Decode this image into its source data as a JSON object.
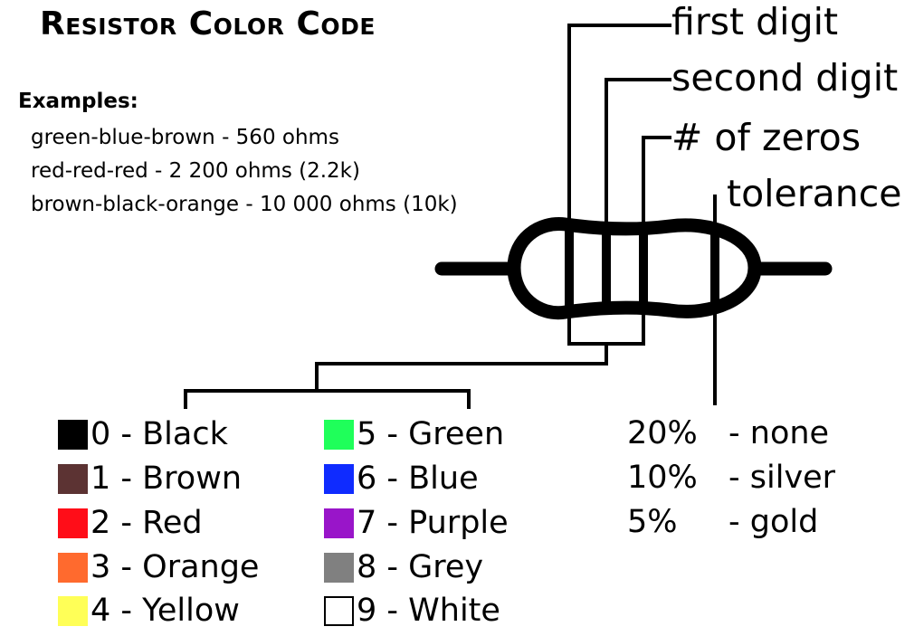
{
  "title": "Resistor Color Code",
  "examples": {
    "heading": "Examples:",
    "lines": [
      "green-blue-brown - 560 ohms",
      "red-red-red - 2 200 ohms (2.2k)",
      "brown-black-orange - 10 000 ohms (10k)"
    ]
  },
  "band_labels": {
    "first": "first digit",
    "second": "second digit",
    "zeros": "# of zeros",
    "tolerance": "tolerance"
  },
  "colors_left": [
    {
      "text": "0 - Black",
      "color": "#000000"
    },
    {
      "text": "1 - Brown",
      "color": "#5c3333"
    },
    {
      "text": "2 - Red",
      "color": "#ff0d18"
    },
    {
      "text": "3 - Orange",
      "color": "#ff6a2e"
    },
    {
      "text": "4 - Yellow",
      "color": "#ffff57"
    }
  ],
  "colors_right": [
    {
      "text": "5 - Green",
      "color": "#1fff5a"
    },
    {
      "text": "6 - Blue",
      "color": "#0f2bff"
    },
    {
      "text": "7 - Purple",
      "color": "#9915c9"
    },
    {
      "text": "8 - Grey",
      "color": "#808080"
    },
    {
      "text": "9 - White",
      "color": "#ffffff"
    }
  ],
  "tolerances": [
    {
      "pct": "20%",
      "label": "- none"
    },
    {
      "pct": "10%",
      "label": "- silver"
    },
    {
      "pct": "5%",
      "label": "- gold"
    }
  ]
}
